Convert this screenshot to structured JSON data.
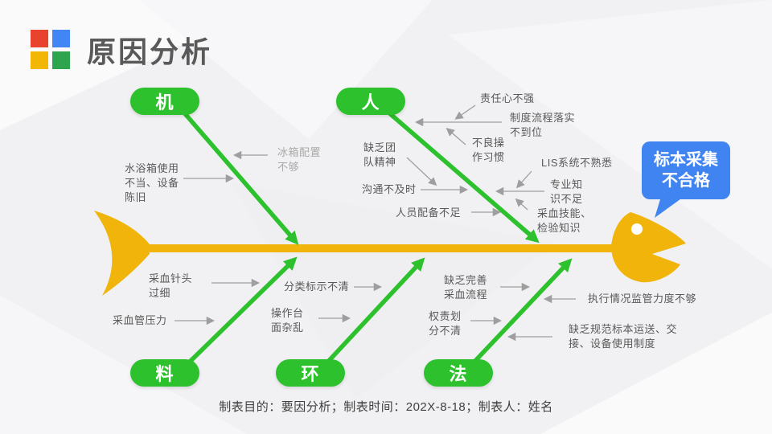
{
  "title": "原因分析",
  "logo": {
    "colors": {
      "red": "#e8432d",
      "blue": "#4285f4",
      "yellow": "#f2b705",
      "green": "#2ea44f"
    }
  },
  "colors": {
    "bone_green": "#2dc12d",
    "fish_yellow": "#f0b40a",
    "bubble_blue": "#4084f2",
    "text_dark": "#595959",
    "text_light": "#a9a9a9",
    "arrow_gray": "#9e9e9e"
  },
  "problem": {
    "text": "标本采集\n不合格"
  },
  "categories": [
    {
      "key": "machine",
      "label": "机"
    },
    {
      "key": "man",
      "label": "人"
    },
    {
      "key": "material",
      "label": "料"
    },
    {
      "key": "environment",
      "label": "环"
    },
    {
      "key": "method",
      "label": "法"
    }
  ],
  "causes": [
    {
      "key": "fridge-config",
      "text": "冰箱配置\n不够"
    },
    {
      "key": "water-bath",
      "text": "水浴箱使用\n不当、设备\n陈旧"
    },
    {
      "key": "responsibility",
      "text": "责任心不强"
    },
    {
      "key": "system-implementation",
      "text": "制度流程落实\n不到位"
    },
    {
      "key": "bad-habits",
      "text": "不良操\n作习惯"
    },
    {
      "key": "team-spirit",
      "text": "缺乏团\n队精神"
    },
    {
      "key": "communication",
      "text": "沟通不及时"
    },
    {
      "key": "lis-system",
      "text": "LIS系统不熟悉"
    },
    {
      "key": "professional-knowledge",
      "text": "专业知\n识不足"
    },
    {
      "key": "blood-skill",
      "text": "采血技能、\n检验知识"
    },
    {
      "key": "staffing",
      "text": "人员配备不足"
    },
    {
      "key": "needle",
      "text": "采血针头\n过细"
    },
    {
      "key": "tube-pressure",
      "text": "采血管压力"
    },
    {
      "key": "labeling",
      "text": "分类标示不清"
    },
    {
      "key": "messy-bench",
      "text": "操作台\n面杂乱"
    },
    {
      "key": "blood-process",
      "text": "缺乏完善\n采血流程"
    },
    {
      "key": "supervision",
      "text": "执行情况监管力度不够"
    },
    {
      "key": "duty-division",
      "text": "权责划\n分不清"
    },
    {
      "key": "transport-rules",
      "text": "缺乏规范标本运送、交\n接、设备使用制度"
    }
  ],
  "footer": {
    "caption": "制表目的：要因分析；制表时间：202X-8-18；制表人：姓名"
  }
}
